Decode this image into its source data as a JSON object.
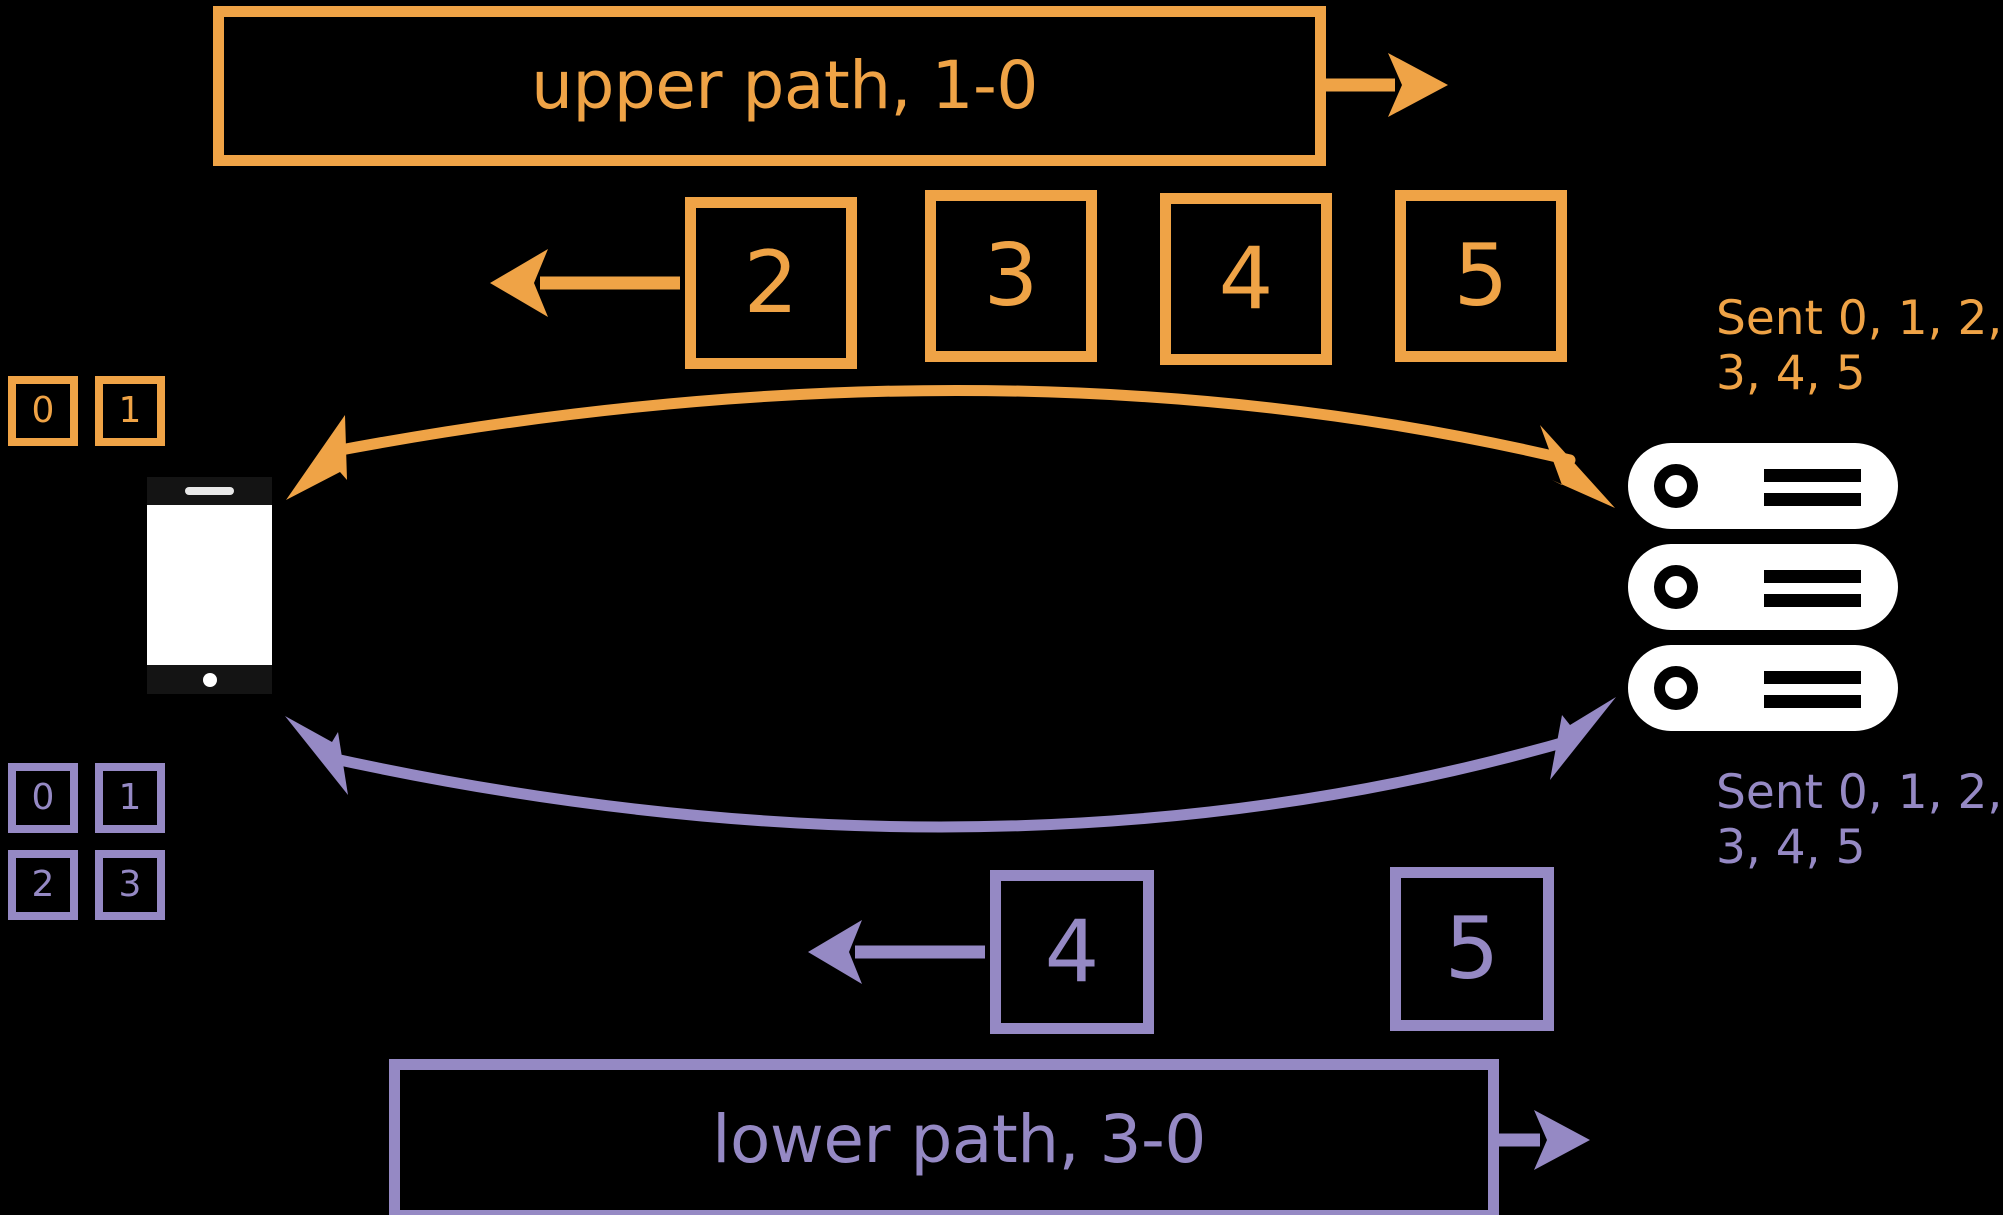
{
  "colors": {
    "background": "#000000",
    "upper_path": "#efa346",
    "lower_path": "#9589c4",
    "device_white": "#ffffff",
    "device_dark": "#141414"
  },
  "upper": {
    "banner_label": "upper path, 1-0",
    "banner_arrow_icon": "arrow-right-icon",
    "queue_arrow_icon": "arrow-left-icon",
    "packets": [
      {
        "label": "2"
      },
      {
        "label": "3"
      },
      {
        "label": "4"
      },
      {
        "label": "5"
      }
    ],
    "received": [
      {
        "label": "0"
      },
      {
        "label": "1"
      }
    ],
    "sent_label": "Sent 0, 1, 2,\n3, 4, 5",
    "link_arrow_icon": "double-headed-curved-arrow-icon"
  },
  "lower": {
    "banner_label": "lower path, 3-0",
    "banner_arrow_icon": "arrow-right-icon",
    "queue_arrow_icon": "arrow-left-icon",
    "packets": [
      {
        "label": "4"
      },
      {
        "label": "5"
      }
    ],
    "received": [
      {
        "label": "0"
      },
      {
        "label": "1"
      },
      {
        "label": "2"
      },
      {
        "label": "3"
      }
    ],
    "sent_label": "Sent 0, 1, 2,\n3, 4, 5",
    "link_arrow_icon": "double-headed-curved-arrow-icon"
  },
  "client": {
    "icon": "smartphone-icon"
  },
  "server": {
    "icon": "server-rack-icon",
    "unit_count": 3
  }
}
